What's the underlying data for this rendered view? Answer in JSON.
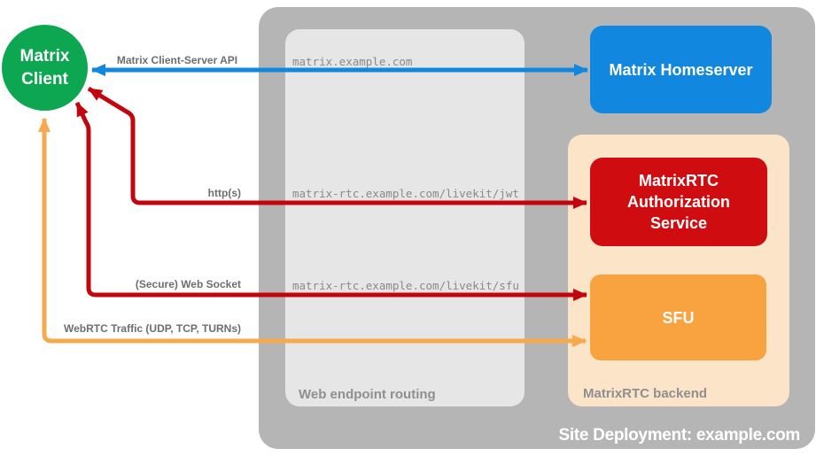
{
  "nodes": {
    "client": "Matrix Client",
    "homeserver": "Matrix Homeserver",
    "auth_service": "MatrixRTC Authorization Service",
    "sfu": "SFU"
  },
  "containers": {
    "web_endpoint_routing": "Web endpoint routing",
    "matrixrtc_backend": "MatrixRTC backend",
    "site_deployment": "Site Deployment: example.com"
  },
  "connections": [
    {
      "label": "Matrix Client-Server API",
      "endpoint": "matrix.example.com",
      "from": "Matrix Client",
      "to": "Matrix Homeserver",
      "color": "#1287df",
      "bidirectional": true
    },
    {
      "label": "http(s)",
      "endpoint": "matrix-rtc.example.com/livekit/jwt",
      "from": "Matrix Client",
      "to": "MatrixRTC Authorization Service",
      "color": "#c3050e",
      "bidirectional": true
    },
    {
      "label": "(Secure) Web Socket",
      "endpoint": "matrix-rtc.example.com/livekit/sfu",
      "from": "Matrix Client",
      "to": "SFU",
      "color": "#c3050e",
      "bidirectional": true
    },
    {
      "label": "WebRTC Traffic (UDP, TCP, TURNs)",
      "from": "Matrix Client",
      "to": "SFU",
      "color": "#f6a94d",
      "bidirectional": true
    }
  ],
  "colors": {
    "client_green": "#0ca750",
    "homeserver_blue": "#1287df",
    "auth_red": "#cf0d10",
    "sfu_orange": "#f9a240",
    "arrow_blue": "#1287df",
    "arrow_red": "#c3050e",
    "arrow_orange": "#f6a94d",
    "outer_container_gray": "#b5b5b5",
    "inner_box_gray": "#e6e6e6",
    "backend_peach": "#fce4c9",
    "edge_label_gray": "#6e6e6e",
    "mono_label_gray": "#8a8a8a"
  }
}
